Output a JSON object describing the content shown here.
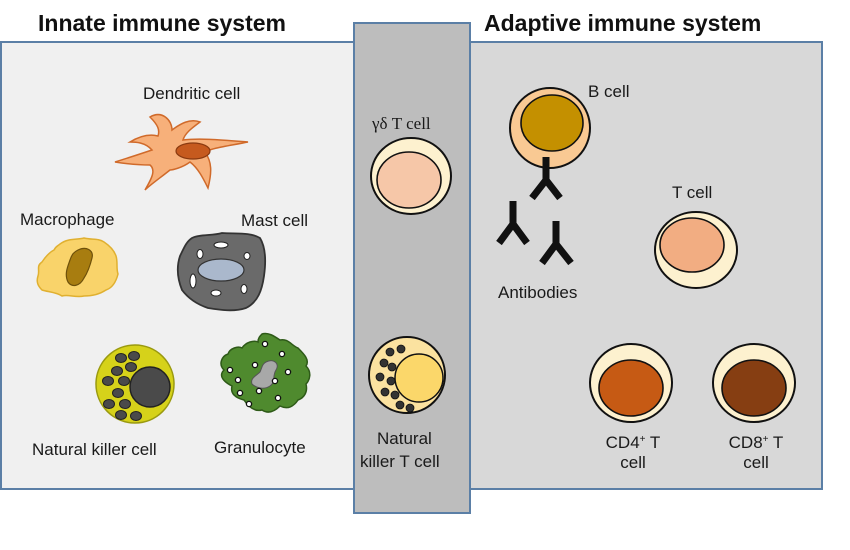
{
  "innate": {
    "title": "Innate immune system",
    "cells": {
      "dendritic": "Dendritic cell",
      "macrophage": "Macrophage",
      "mast": "Mast cell",
      "nk": "Natural killer cell",
      "granulocyte": "Granulocyte"
    }
  },
  "overlap": {
    "gd_t": "γδ T cell",
    "nkt_line1": "Natural",
    "nkt_line2": "killer T cell"
  },
  "adaptive": {
    "title": "Adaptive immune system",
    "cells": {
      "b_cell": "B cell",
      "antibodies": "Antibodies",
      "t_cell": "T cell",
      "cd4_prefix": "CD4",
      "cd8_prefix": "CD8",
      "plus": "+",
      "t_suffix": " T",
      "cell_word": "cell"
    }
  },
  "colors": {
    "innate_bg": "#f0f0f0",
    "adaptive_bg": "#d8d8d8",
    "overlap_bg": "#bdbdbd",
    "border": "#5b7fa6",
    "dendritic": "#f7b07a",
    "dendritic_nucleus": "#c65a1e",
    "macrophage": "#f9d36a",
    "macrophage_nucleus": "#a87d10",
    "mast": "#6a6a6a",
    "mast_nucleus": "#aab8cc",
    "nk": "#d6d21a",
    "nk_granule": "#4a4a4a",
    "granulocyte": "#4f8a2e",
    "granulocyte_nucleus": "#a8a8a8",
    "gd_nucleus": "#f6c7a8",
    "cell_membrane": "#fdf1cf",
    "nkt_nucleus": "#fbd76a",
    "b_membrane": "#f9c993",
    "b_nucleus": "#c49000",
    "t_nucleus": "#f2ad82",
    "cd4_nucleus": "#c65a14",
    "cd8_nucleus": "#863e12"
  }
}
